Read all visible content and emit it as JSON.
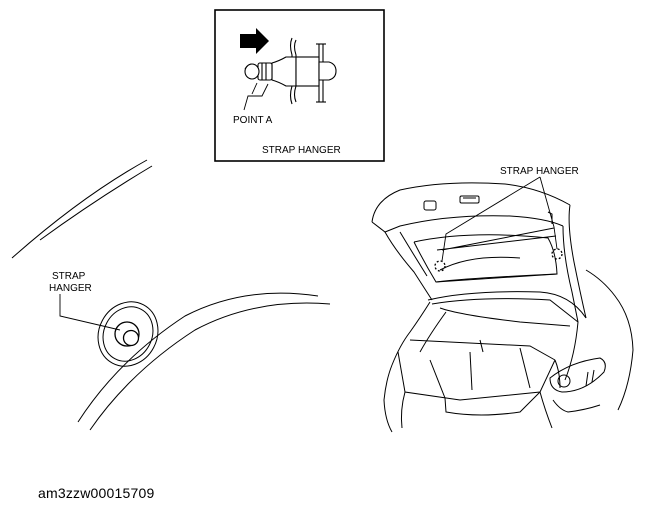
{
  "inset": {
    "point_label": "POINT A",
    "caption": "STRAP HANGER"
  },
  "left_view": {
    "label_line1": "STRAP",
    "label_line2": "HANGER"
  },
  "right_view": {
    "label": "STRAP HANGER"
  },
  "figure_code": "am3zzw00015709"
}
